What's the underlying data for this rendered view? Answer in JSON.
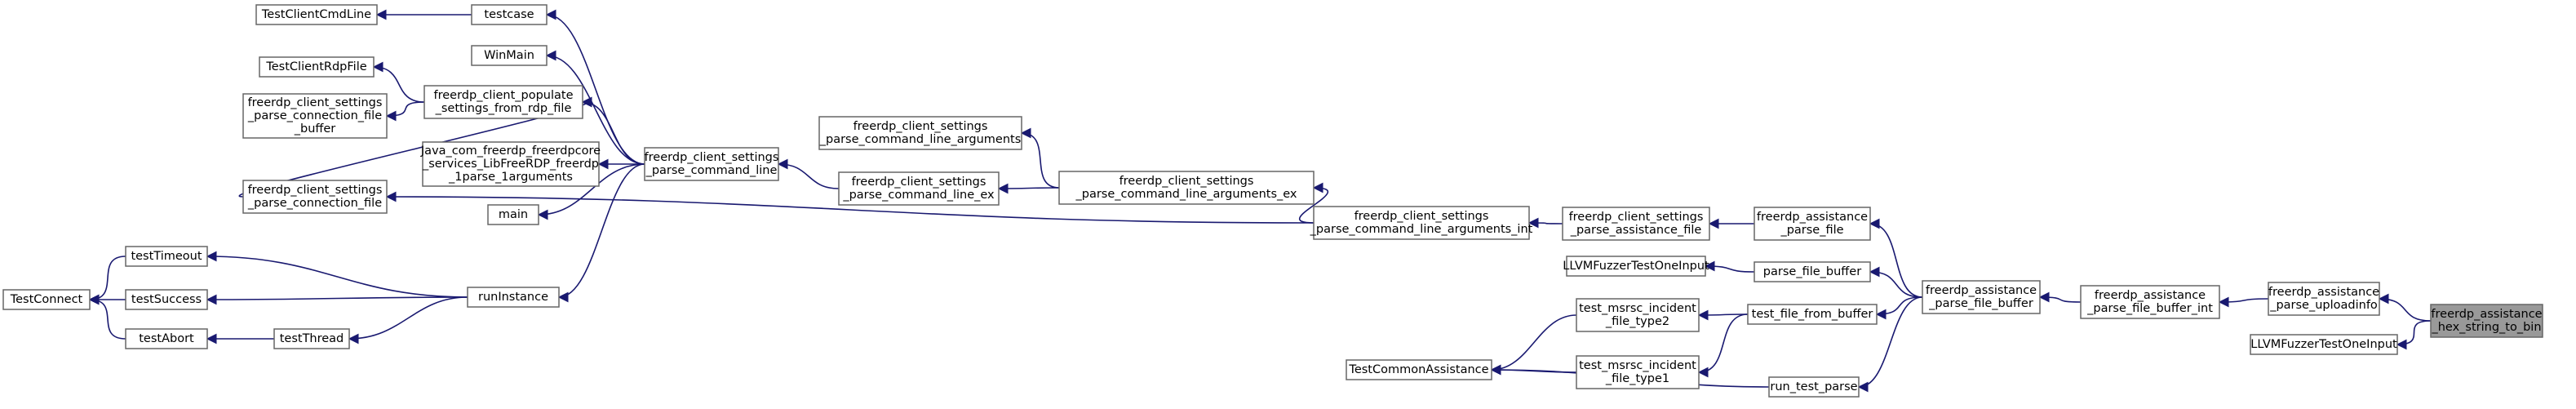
{
  "graph": {
    "type": "caller-graph",
    "colors": {
      "edge": "#191970",
      "node_border": "#666666",
      "root_fill": "#999999"
    },
    "nodes": [
      {
        "id": "n0",
        "lines": [
          "freerdp_assistance",
          "_hex_string_to_bin"
        ],
        "root": true
      },
      {
        "id": "n1",
        "lines": [
          "freerdp_assistance",
          "_parse_uploadinfo"
        ]
      },
      {
        "id": "n2",
        "lines": [
          "LLVMFuzzerTestOneInput"
        ]
      },
      {
        "id": "n3",
        "lines": [
          "freerdp_assistance",
          "_parse_file_buffer_int"
        ]
      },
      {
        "id": "n4",
        "lines": [
          "freerdp_assistance",
          "_parse_file_buffer"
        ]
      },
      {
        "id": "n5",
        "lines": [
          "freerdp_assistance",
          "_parse_file"
        ]
      },
      {
        "id": "n6",
        "lines": [
          "parse_file_buffer"
        ]
      },
      {
        "id": "n7",
        "lines": [
          "test_file_from_buffer"
        ]
      },
      {
        "id": "n8",
        "lines": [
          "run_test_parse"
        ]
      },
      {
        "id": "n9",
        "lines": [
          "freerdp_client_settings",
          "_parse_assistance_file"
        ]
      },
      {
        "id": "n10",
        "lines": [
          "LLVMFuzzerTestOneInput"
        ]
      },
      {
        "id": "n11",
        "lines": [
          "test_msrsc_incident",
          "_file_type2"
        ]
      },
      {
        "id": "n12",
        "lines": [
          "test_msrsc_incident",
          "_file_type1"
        ]
      },
      {
        "id": "n13",
        "lines": [
          "TestCommonAssistance"
        ]
      },
      {
        "id": "n14",
        "lines": [
          "freerdp_client_settings",
          "_parse_command_line_arguments_int"
        ]
      },
      {
        "id": "n15",
        "lines": [
          "freerdp_client_settings",
          "_parse_command_line_arguments_ex"
        ]
      },
      {
        "id": "n16",
        "lines": [
          "freerdp_client_settings",
          "_parse_connection_file"
        ]
      },
      {
        "id": "n17",
        "lines": [
          "freerdp_client_settings",
          "_parse_command_line_arguments"
        ]
      },
      {
        "id": "n18",
        "lines": [
          "freerdp_client_settings",
          "_parse_command_line_ex"
        ]
      },
      {
        "id": "n19",
        "lines": [
          "freerdp_client_settings",
          "_parse_command_line"
        ]
      },
      {
        "id": "n20",
        "lines": [
          "freerdp_client_populate",
          "_settings_from_rdp_file"
        ]
      },
      {
        "id": "n21",
        "lines": [
          "runInstance"
        ]
      },
      {
        "id": "n22",
        "lines": [
          "testcase"
        ]
      },
      {
        "id": "n23",
        "lines": [
          "WinMain"
        ]
      },
      {
        "id": "n24",
        "lines": [
          "Java_com_freerdp_freerdpcore",
          "_services_LibFreeRDP_freerdp",
          "_1parse_1arguments"
        ]
      },
      {
        "id": "n25",
        "lines": [
          "main"
        ]
      },
      {
        "id": "n26",
        "lines": [
          "TestClientCmdLine"
        ]
      },
      {
        "id": "n27",
        "lines": [
          "TestClientRdpFile"
        ]
      },
      {
        "id": "n28",
        "lines": [
          "freerdp_client_settings",
          "_parse_connection_file",
          "_buffer"
        ]
      },
      {
        "id": "n29",
        "lines": [
          "testTimeout"
        ]
      },
      {
        "id": "n30",
        "lines": [
          "testSuccess"
        ]
      },
      {
        "id": "n31",
        "lines": [
          "testThread"
        ]
      },
      {
        "id": "n32",
        "lines": [
          "TestConnect"
        ]
      },
      {
        "id": "n33",
        "lines": [
          "testAbort"
        ]
      }
    ],
    "edges": [
      {
        "from": "n0",
        "to": "n1"
      },
      {
        "from": "n0",
        "to": "n2"
      },
      {
        "from": "n1",
        "to": "n3"
      },
      {
        "from": "n3",
        "to": "n4"
      },
      {
        "from": "n4",
        "to": "n5"
      },
      {
        "from": "n4",
        "to": "n6"
      },
      {
        "from": "n4",
        "to": "n7"
      },
      {
        "from": "n4",
        "to": "n8"
      },
      {
        "from": "n5",
        "to": "n9"
      },
      {
        "from": "n6",
        "to": "n10"
      },
      {
        "from": "n7",
        "to": "n11"
      },
      {
        "from": "n7",
        "to": "n12"
      },
      {
        "from": "n8",
        "to": "n13"
      },
      {
        "from": "n9",
        "to": "n14"
      },
      {
        "from": "n11",
        "to": "n13"
      },
      {
        "from": "n12",
        "to": "n13"
      },
      {
        "from": "n14",
        "to": "n15"
      },
      {
        "from": "n14",
        "to": "n16"
      },
      {
        "from": "n15",
        "to": "n17"
      },
      {
        "from": "n15",
        "to": "n18"
      },
      {
        "from": "n18",
        "to": "n19"
      },
      {
        "from": "n16",
        "to": "n20"
      },
      {
        "from": "n19",
        "to": "n21"
      },
      {
        "from": "n19",
        "to": "n22"
      },
      {
        "from": "n19",
        "to": "n23"
      },
      {
        "from": "n19",
        "to": "n24"
      },
      {
        "from": "n19",
        "to": "n25"
      },
      {
        "from": "n19",
        "to": "n20"
      },
      {
        "from": "n22",
        "to": "n26"
      },
      {
        "from": "n20",
        "to": "n27"
      },
      {
        "from": "n20",
        "to": "n28"
      },
      {
        "from": "n21",
        "to": "n29"
      },
      {
        "from": "n21",
        "to": "n30"
      },
      {
        "from": "n21",
        "to": "n31"
      },
      {
        "from": "n29",
        "to": "n32"
      },
      {
        "from": "n30",
        "to": "n32"
      },
      {
        "from": "n31",
        "to": "n33"
      },
      {
        "from": "n33",
        "to": "n32"
      }
    ]
  }
}
